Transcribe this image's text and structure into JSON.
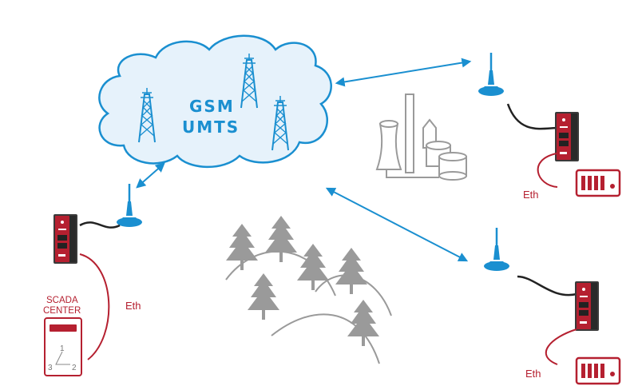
{
  "cloud": {
    "line1": "GSM",
    "line2": "UMTS"
  },
  "labels": {
    "eth_left": "Eth",
    "eth_top_right": "Eth",
    "eth_bottom_right": "Eth",
    "scada_line1": "SCADA",
    "scada_line2": "CENTER",
    "tri_1": "1",
    "tri_2": "2",
    "tri_3": "3"
  },
  "colors": {
    "link": "#1a8fd0",
    "cloud_fill": "#e6f2fb",
    "cloud_stroke": "#1a8fd0",
    "router_red": "#b52030",
    "router_dark": "#3a3a3a",
    "scenery_gray": "#999999",
    "eth_red": "#b52030"
  }
}
